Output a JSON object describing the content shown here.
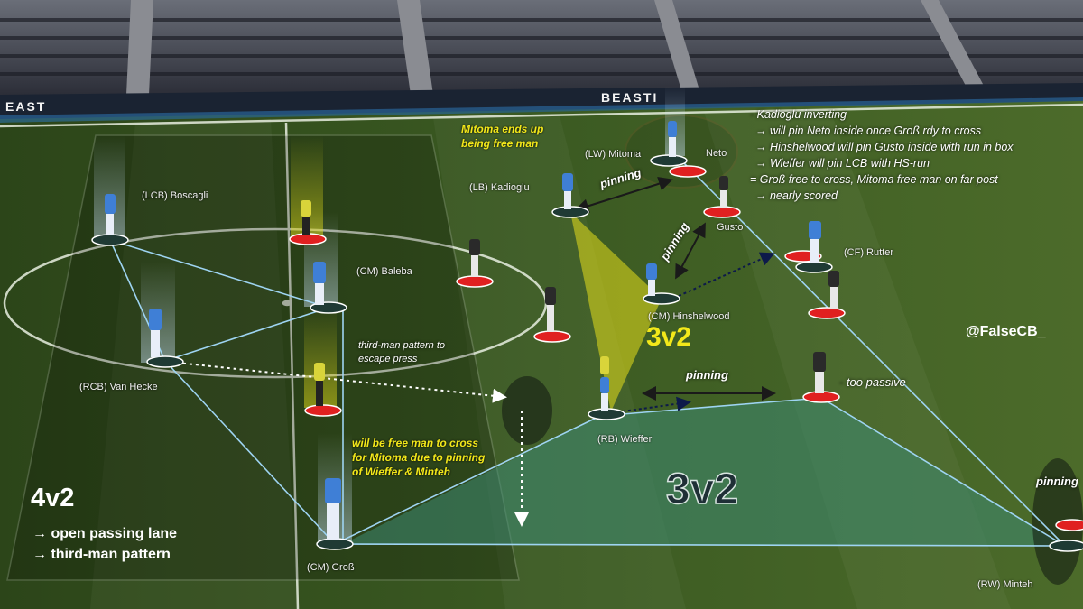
{
  "stadium": {
    "banner_left": "EAST",
    "banner_center": "BEASTI"
  },
  "players": {
    "lcb": "(LCB) Boscagli",
    "cm_baleba": "(CM) Baleba",
    "rcb": "(RCB) Van Hecke",
    "cm_gross": "(CM) Groß",
    "lb": "(LB) Kadioglu",
    "lw": "(LW) Mitoma",
    "cm_hinshelwood": "(CM) Hinshelwood",
    "rb": "(RB) Wieffer",
    "cf": "(CF) Rutter",
    "rw": "(RW) Minteh",
    "neto": "Neto",
    "gusto": "Gusto"
  },
  "annotations": {
    "mitoma_free_1": "Mitoma ends up",
    "mitoma_free_2": "being free man",
    "pinning_1": "pinning",
    "pinning_2": "pinning",
    "pinning_3": "pinning",
    "pinning_4": "pinning",
    "third_man_1": "third-man pattern to",
    "third_man_2": "escape press",
    "free_cross_1": "will be free man to cross",
    "free_cross_2": "for Mitoma due to pinning",
    "free_cross_3": "of Wieffer & Minteh",
    "too_passive": "- too passive",
    "overload_box": "3v2",
    "overload_mid": "3v2",
    "left_title": "4v2",
    "left_point_1": "→ open passing lane",
    "left_point_2": "→ third-man pattern",
    "handle": "@FalseCB_"
  },
  "notes": [
    "- Kadioglu inverting",
    "→ will pin Neto inside once Groß rdy to cross",
    "→ Hinshelwood will pin Gusto inside with run in box",
    "→ Wieffer will pin LCB with HS-run",
    "= Groß free to cross, Mitoma free man on far post",
    "→ nearly scored"
  ],
  "colors": {
    "highlight_yellow": "#f3e81a",
    "opponent_marker": "#e02020",
    "team_marker": "#1f3a34",
    "overload_zone": "#3e8a72"
  }
}
